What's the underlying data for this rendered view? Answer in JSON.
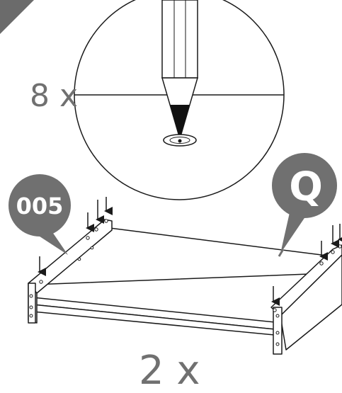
{
  "detail": {
    "quantity": "8 x"
  },
  "callouts": {
    "step_badge": "005",
    "part_badge": "Q"
  },
  "footer": {
    "quantity": "2 x"
  },
  "colors": {
    "badge": "#707070",
    "corner_tab": "#6b6b6b",
    "outline": "#1a1a1a",
    "text": "#707070"
  },
  "icons": [
    "pencil-icon",
    "arrow-down-icon",
    "screw-hole-icon"
  ]
}
